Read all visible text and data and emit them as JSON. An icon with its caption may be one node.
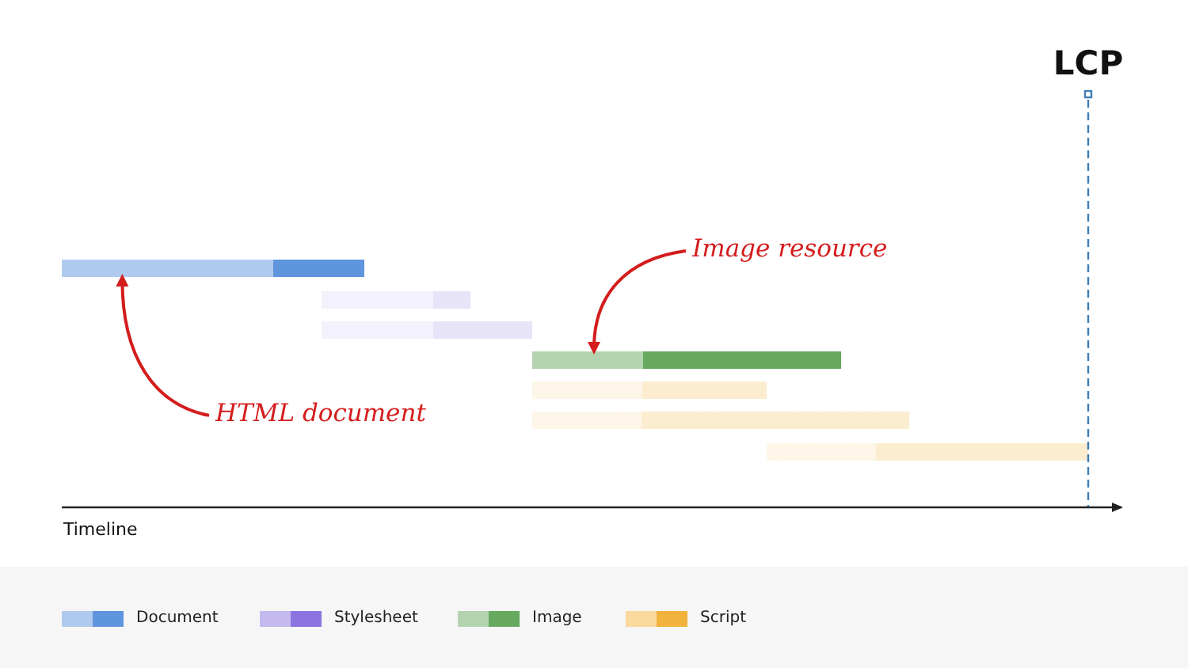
{
  "diagram": {
    "nodes": [
      {
        "text": [],
        "shape": "bar"
      },
      {
        "text": [
          "Image resource"
        ]
      },
      {
        "text": [],
        "shape": "bar"
      },
      {
        "text": [],
        "shape": "bar"
      },
      {
        "text": [],
        "shape": "bar"
      },
      {
        "text": [],
        "shape": "bar"
      },
      {
        "text": [],
        "shape": "bar"
      },
      {
        "text": [],
        "shape": "bar"
      },
      {
        "text": [
          "HTML document"
        ]
      }
    ],
    "edges": [
      {
        "from": 1,
        "to": 4,
        "arrow": "to"
      },
      {
        "from": 8,
        "to": 0,
        "arrow": "to"
      }
    ],
    "labels": [
      "LCP",
      "Timeline"
    ],
    "legend": [
      {
        "text": "Document",
        "color": "#5f95dc"
      },
      {
        "text": "Stylesheet",
        "color": "#8b74e0"
      },
      {
        "text": "Image",
        "color": "#66a95f"
      },
      {
        "text": "Script",
        "color": "#f2b33d"
      }
    ]
  }
}
